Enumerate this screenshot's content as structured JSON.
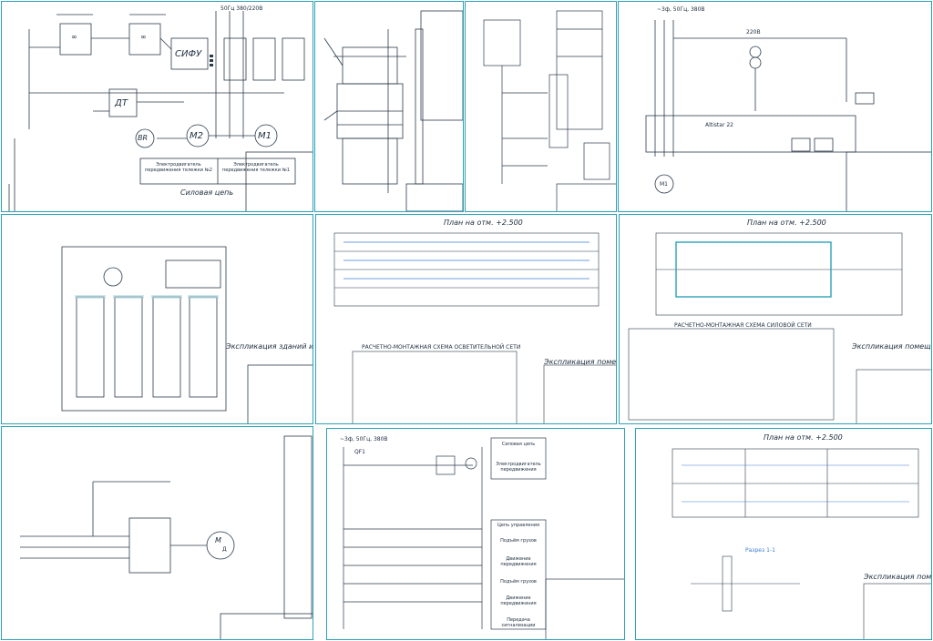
{
  "colors": {
    "border": "#2aa3b8",
    "line": "#2a3a4a",
    "accent": "#3b7dd8"
  },
  "sheet1": {
    "supply": "50Гц 380/220В",
    "blocks": [
      "∞",
      "∞",
      "СИФУ",
      "ДТ"
    ],
    "motors": [
      "BR",
      "M2",
      "M1"
    ],
    "table_rows": [
      "Электродвигатель передвижения тележки №2",
      "Электродвигатель передвижения тележки №1"
    ],
    "caption": "Силовая цепь"
  },
  "sheet4": {
    "supply": "~3ф, 50Гц, 380В",
    "plc": "Altistar 22",
    "motor": "M1",
    "voltage": "220В"
  },
  "sheet5": {
    "title": "Экспликация зданий и сооружений"
  },
  "sheet6": {
    "title": "План на отм. +2.500",
    "subtitle": "Экспликация помещений",
    "table_title": "РАСЧЕТНО-МОНТАЖНАЯ СХЕМА ОСВЕТИТЕЛЬНОЙ СЕТИ"
  },
  "sheet7": {
    "title": "План на отм. +2.500",
    "subtitle": "Экспликация помещений",
    "table_title": "РАСЧЕТНО-МОНТАЖНАЯ СХЕМА СИЛОВОЙ СЕТИ"
  },
  "sheet9": {
    "motor": "M",
    "motor_sub": "Д"
  },
  "sheet10": {
    "supply": "~3ф, 50Гц, 380В",
    "breaker": "QF1",
    "right_labels": [
      "Силовая цепь",
      "Электродвигатель передвижения",
      "Цепь управления",
      "Подъём грузов",
      "Движение передвижения",
      "Подъём грузов",
      "Движение передвижения",
      "Передача сигнализации"
    ]
  },
  "sheet11": {
    "title": "План на отм. +2.500",
    "section": "Разрез 1-1",
    "subtitle": "Экспликация помещений"
  }
}
